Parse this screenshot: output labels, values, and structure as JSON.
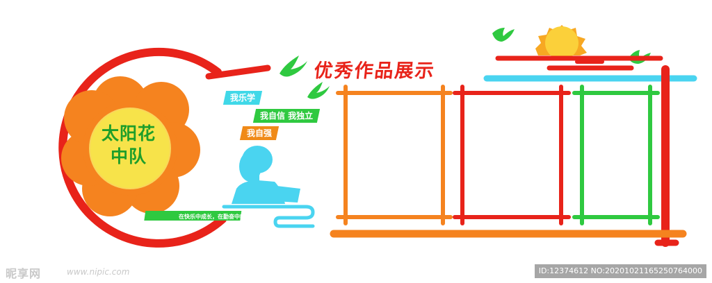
{
  "flower": {
    "name_line1": "太阳花",
    "name_line2": "中队"
  },
  "tags": [
    "我乐学",
    "我自信 我独立",
    "我自强"
  ],
  "slogan": "在快乐中成长，在勤奋中收获",
  "title": "优秀作品展示",
  "colors": {
    "red": "#e8231a",
    "orange": "#f5831f",
    "green": "#2fc940",
    "cyan": "#40d8e8",
    "sun": "#f7a823",
    "flower_center": "#f7e34a"
  },
  "watermark": {
    "logo": "昵享网",
    "url": "www.nipic.com",
    "id_text": "ID:12374612 NO:20201021165250764000"
  }
}
